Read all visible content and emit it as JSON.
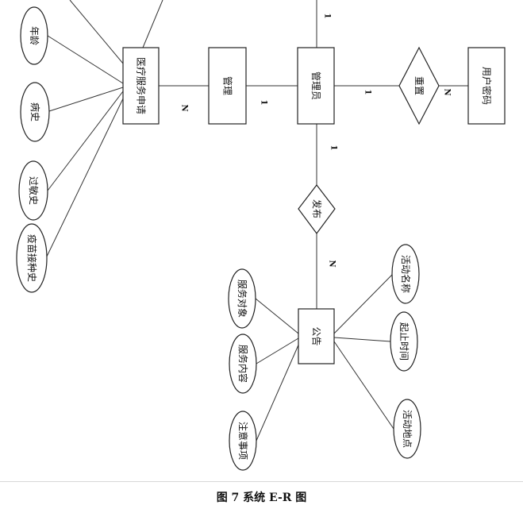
{
  "diagram": {
    "entities": {
      "medical_request": "医疗服务申请",
      "manage_box": "管理",
      "admin": "管理员",
      "user_password": "用户密码",
      "notice": "公告"
    },
    "relationships": {
      "reset": "重置",
      "publish": "发布"
    },
    "attributes": {
      "age": "年龄",
      "medical_history": "病史",
      "allergy_history": "过敏史",
      "vaccination_history": "疫苗接种史",
      "service_target": "服务对象",
      "service_content": "服务内容",
      "notes": "注意事项",
      "activity_name": "活动名称",
      "start_time": "起止时间",
      "activity_location": "活动地点"
    },
    "cardinalities": {
      "admin_top": "1",
      "request_manage": "N",
      "manage_admin": "1",
      "admin_reset": "1",
      "reset_password": "N",
      "admin_publish": "1",
      "publish_notice": "N"
    }
  },
  "caption": "图 7 系统 E-R 图"
}
